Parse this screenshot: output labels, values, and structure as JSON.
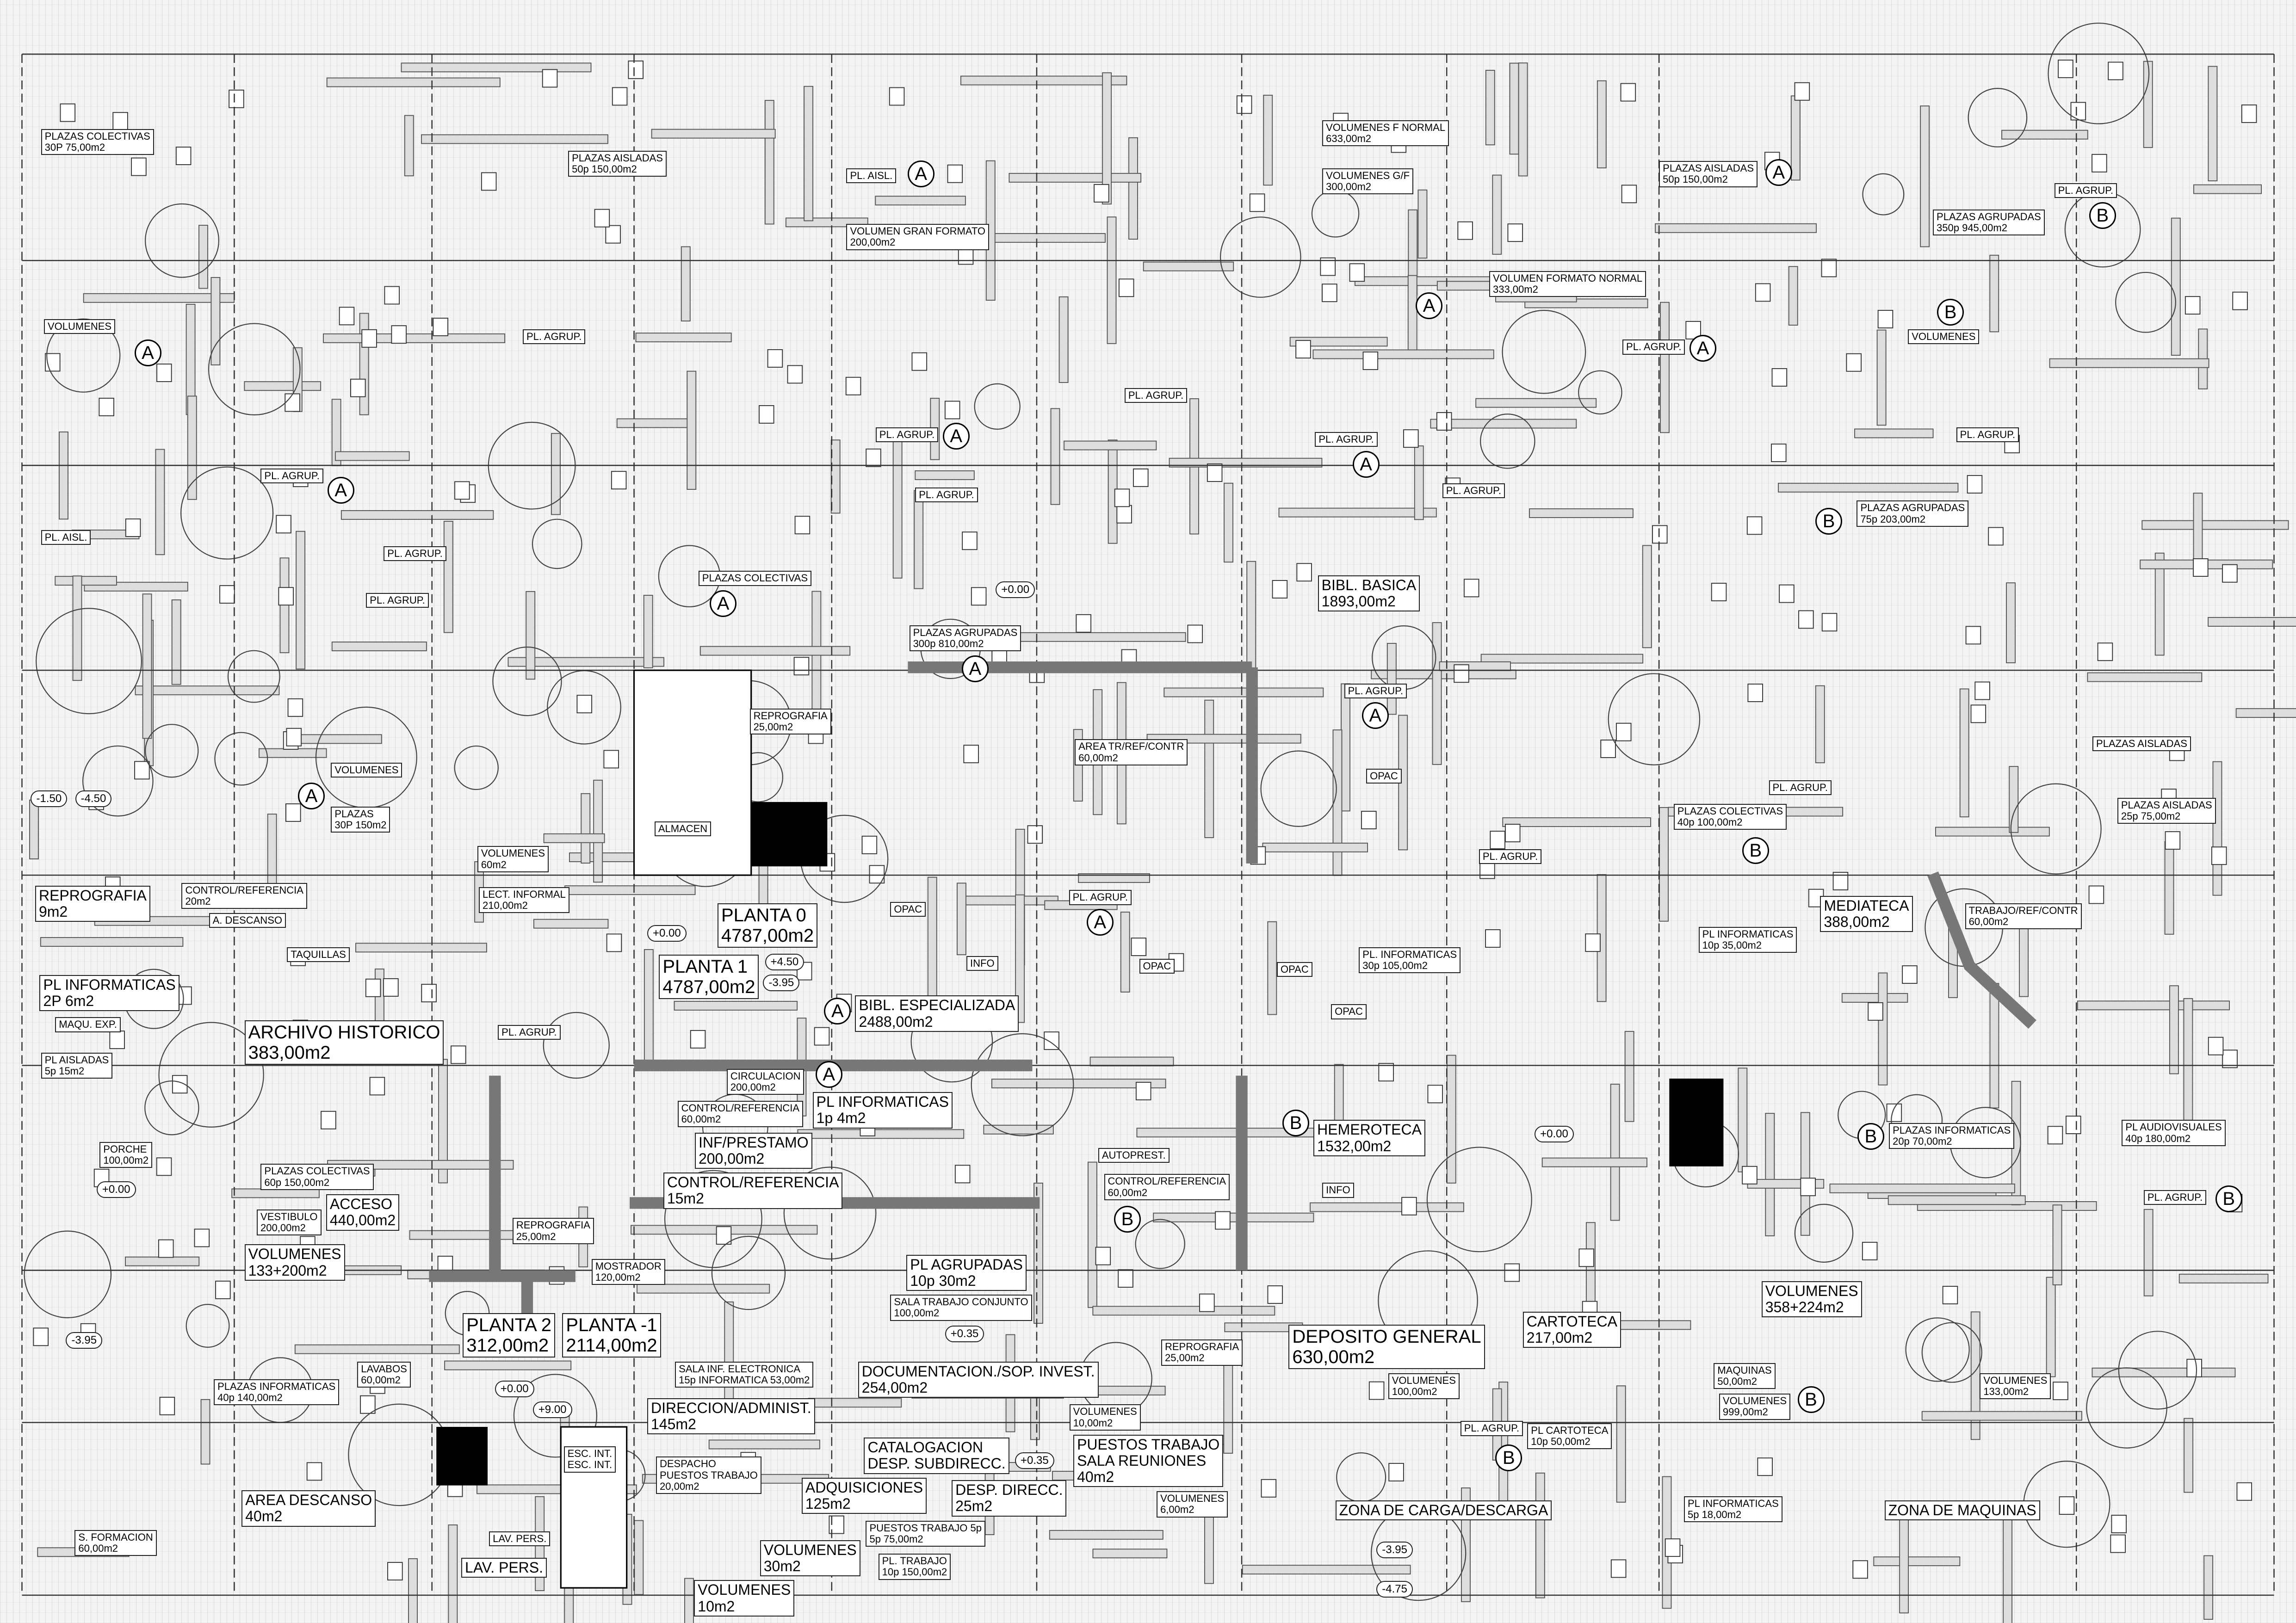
{
  "labels": [
    {
      "lines": [
        "PLAZAS COLECTIVAS",
        "30P 75,00m2"
      ]
    },
    {
      "lines": [
        "PLAZAS AISLADAS",
        "50p 150,00m2"
      ]
    },
    {
      "lines": [
        "PL. AISL."
      ]
    },
    {
      "lines": [
        "VOLUMEN GRAN FORMATO",
        "200,00m2"
      ]
    },
    {
      "lines": [
        "VOLUMENES F NORMAL",
        "633,00m2"
      ]
    },
    {
      "lines": [
        "VOLUMENES G/F",
        "300,00m2"
      ]
    },
    {
      "lines": [
        "PLAZAS AISLADAS",
        "50p 150,00m2"
      ]
    },
    {
      "lines": [
        "PL. AGRUP."
      ]
    },
    {
      "lines": [
        "PLAZAS AGRUPADAS",
        "350p 945,00m2"
      ]
    },
    {
      "lines": [
        "VOLUMEN FORMATO NORMAL",
        "333,00m2"
      ]
    },
    {
      "lines": [
        "VOLUMENES"
      ]
    },
    {
      "lines": [
        "PL. AGRUP."
      ]
    },
    {
      "lines": [
        "PL. AGRUP."
      ]
    },
    {
      "lines": [
        "VOLUMENES"
      ]
    },
    {
      "lines": [
        "PL. AGRUP."
      ]
    },
    {
      "lines": [
        "PL. AGRUP."
      ]
    },
    {
      "lines": [
        "PL. AGRUP."
      ]
    },
    {
      "lines": [
        "PL. AGRUP."
      ]
    },
    {
      "lines": [
        "PL. AGRUP."
      ]
    },
    {
      "lines": [
        "PL. AGRUP."
      ]
    },
    {
      "lines": [
        "PL. AGRUP."
      ]
    },
    {
      "lines": [
        "PLAZAS AGRUPADAS",
        "75p 203,00m2"
      ]
    },
    {
      "lines": [
        "PL. AISL."
      ]
    },
    {
      "lines": [
        "PL. AGRUP."
      ]
    },
    {
      "lines": [
        "PL. AGRUP."
      ]
    },
    {
      "lines": [
        "PLAZAS COLECTIVAS"
      ]
    },
    {
      "lines": [
        "BIBL. BASICA",
        "1893,00m2"
      ]
    },
    {
      "lines": [
        "PLAZAS AGRUPADAS",
        "300p 810,00m2"
      ]
    },
    {
      "lines": [
        "PL. AGRUP."
      ]
    },
    {
      "lines": [
        "REPROGRAFIA",
        "25,00m2"
      ]
    },
    {
      "lines": [
        "AREA TR/REF/CONTR",
        "60,00m2"
      ]
    },
    {
      "lines": [
        "PLAZAS AISLADAS"
      ]
    },
    {
      "lines": [
        "OPAC"
      ]
    },
    {
      "lines": [
        "VOLUMENES"
      ]
    },
    {
      "lines": [
        "PLAZAS",
        "30P 150m2"
      ]
    },
    {
      "lines": [
        "PL. AGRUP."
      ]
    },
    {
      "lines": [
        "PLAZAS COLECTIVAS",
        "40p 100,00m2"
      ]
    },
    {
      "lines": [
        "PLAZAS AISLADAS",
        "25p 75,00m2"
      ]
    },
    {
      "lines": [
        "VOLUMENES",
        "60m2"
      ]
    },
    {
      "lines": [
        "ALMACEN"
      ]
    },
    {
      "lines": [
        "PL. AGRUP."
      ]
    },
    {
      "lines": [
        "REPROGRAFIA",
        "9m2"
      ]
    },
    {
      "lines": [
        "CONTROL/REFERENCIA",
        "20m2"
      ]
    },
    {
      "lines": [
        "A. DESCANSO"
      ]
    },
    {
      "lines": [
        "LECT. INFORMAL",
        "210,00m2"
      ]
    },
    {
      "lines": [
        "PLANTA 0",
        "4787,00m2"
      ]
    },
    {
      "lines": [
        "MEDIATECA",
        "388,00m2"
      ]
    },
    {
      "lines": [
        "TRABAJO/REF/CONTR",
        "60,00m2"
      ]
    },
    {
      "lines": [
        "PL. AGRUP."
      ]
    },
    {
      "lines": [
        "OPAC"
      ]
    },
    {
      "lines": [
        "PL INFORMATICAS",
        "10p 35,00m2"
      ]
    },
    {
      "lines": [
        "PL. INFORMATICAS",
        "30p 105,00m2"
      ]
    },
    {
      "lines": [
        "TAQUILLAS"
      ]
    },
    {
      "lines": [
        "PLANTA 1",
        "4787,00m2"
      ]
    },
    {
      "lines": [
        "INFO"
      ]
    },
    {
      "lines": [
        "OPAC"
      ]
    },
    {
      "lines": [
        "OPAC"
      ]
    },
    {
      "lines": [
        "PL INFORMATICAS",
        "2P 6m2"
      ]
    },
    {
      "lines": [
        "MAQU. EXP."
      ]
    },
    {
      "lines": [
        "OPAC"
      ]
    },
    {
      "lines": [
        "BIBL. ESPECIALIZADA",
        "2488,00m2"
      ]
    },
    {
      "lines": [
        "ARCHIVO HISTORICO",
        "383,00m2"
      ]
    },
    {
      "lines": [
        "PL. AGRUP."
      ]
    },
    {
      "lines": [
        "PL AISLADAS",
        "5p 15m2"
      ]
    },
    {
      "lines": [
        "CIRCULACION",
        "200,00m2"
      ]
    },
    {
      "lines": [
        "PL INFORMATICAS",
        "1p 4m2"
      ]
    },
    {
      "lines": [
        "HEMEROTECA",
        "1532,00m2"
      ]
    },
    {
      "lines": [
        "AUTOPREST."
      ]
    },
    {
      "lines": [
        "PLAZAS INFORMATICAS",
        "20p 70,00m2"
      ]
    },
    {
      "lines": [
        "PL AUDIOVISUALES",
        "40p 180,00m2"
      ]
    },
    {
      "lines": [
        "PORCHE",
        "100,00m2"
      ]
    },
    {
      "lines": [
        "CONTROL/REFERENCIA",
        "60,00m2"
      ]
    },
    {
      "lines": [
        "INF/PRESTAMO",
        "200,00m2"
      ]
    },
    {
      "lines": [
        "PLAZAS COLECTIVAS",
        "60p 150,00m2"
      ]
    },
    {
      "lines": [
        "ACCESO",
        "440,00m2"
      ]
    },
    {
      "lines": [
        "CONTROL/REFERENCIA",
        "15m2"
      ]
    },
    {
      "lines": [
        "CONTROL/REFERENCIA",
        "60,00m2"
      ]
    },
    {
      "lines": [
        "INFO"
      ]
    },
    {
      "lines": [
        "PL. AGRUP."
      ]
    },
    {
      "lines": [
        "REPROGRAFIA",
        "25,00m2"
      ]
    },
    {
      "lines": [
        "VESTIBULO",
        "200,00m2"
      ]
    },
    {
      "lines": [
        "VOLUMENES",
        "133+200m2"
      ]
    },
    {
      "lines": [
        "PL AGRUPADAS",
        "10p 30m2"
      ]
    },
    {
      "lines": [
        "SALA TRABAJO CONJUNTO",
        "100,00m2"
      ]
    },
    {
      "lines": [
        "MOSTRADOR",
        "120,00m2"
      ]
    },
    {
      "lines": [
        "VOLUMENES",
        "358+224m2"
      ]
    },
    {
      "lines": [
        "CARTOTECA",
        "217,00m2"
      ]
    },
    {
      "lines": [
        "PLANTA 2",
        "312,00m2"
      ]
    },
    {
      "lines": [
        "PLANTA -1",
        "2114,00m2"
      ]
    },
    {
      "lines": [
        "DEPOSITO GENERAL",
        "630,00m2"
      ]
    },
    {
      "lines": [
        "REPROGRAFIA",
        "25,00m2"
      ]
    },
    {
      "lines": [
        "LAVABOS",
        "60,00m2"
      ]
    },
    {
      "lines": [
        "SALA INF. ELECTRONICA",
        "15p INFORMATICA 53,00m2"
      ]
    },
    {
      "lines": [
        "DOCUMENTACION./SOP. INVEST.",
        "254,00m2"
      ]
    },
    {
      "lines": [
        "VOLUMENES",
        "100,00m2"
      ]
    },
    {
      "lines": [
        "MAQUINAS",
        "50,00m2"
      ]
    },
    {
      "lines": [
        "VOLUMENES",
        "133,00m2"
      ]
    },
    {
      "lines": [
        "PLAZAS INFORMATICAS",
        "40p 140,00m2"
      ]
    },
    {
      "lines": [
        "VOLUMENES",
        "999,00m2"
      ]
    },
    {
      "lines": [
        "DIRECCION/ADMINIST.",
        "145m2"
      ]
    },
    {
      "lines": [
        "VOLUMENES",
        "10,00m2"
      ]
    },
    {
      "lines": [
        "PL. AGRUP."
      ]
    },
    {
      "lines": [
        "PL CARTOTECA",
        "10p 50,00m2"
      ]
    },
    {
      "lines": [
        "CATALOGACION",
        "DESP. SUBDIRECC."
      ]
    },
    {
      "lines": [
        "ADQUISICIONES",
        "125m2"
      ]
    },
    {
      "lines": [
        "PUESTOS TRABAJO",
        "SALA REUNIONES",
        "40m2"
      ]
    },
    {
      "lines": [
        "DESP. DIRECC.",
        "25m2"
      ]
    },
    {
      "lines": [
        "VOLUMENES",
        "6,00m2"
      ]
    },
    {
      "lines": [
        "DESPACHO",
        "PUESTOS TRABAJO",
        "20,00m2"
      ]
    },
    {
      "lines": [
        "ESC. INT.",
        "ESC. INT."
      ]
    },
    {
      "lines": [
        "AREA DESCANSO",
        "40m2"
      ]
    },
    {
      "lines": [
        "ZONA DE CARGA/DESCARGA"
      ]
    },
    {
      "lines": [
        "ZONA DE MAQUINAS"
      ]
    },
    {
      "lines": [
        "PL INFORMATICAS",
        "5p 18,00m2"
      ]
    },
    {
      "lines": [
        "PUESTOS TRABAJO 5p",
        "5p 75,00m2"
      ]
    },
    {
      "lines": [
        "PL. TRABAJO",
        "10p 150,00m2"
      ]
    },
    {
      "lines": [
        "S. FORMACION",
        "60,00m2"
      ]
    },
    {
      "lines": [
        "LAV. PERS."
      ]
    },
    {
      "lines": [
        "VOLUMENES",
        "30m2"
      ]
    },
    {
      "lines": [
        "LAV. PERS."
      ]
    },
    {
      "lines": [
        "VOLUMENES",
        "10m2"
      ]
    }
  ],
  "levels": [
    "-1.50",
    "-4.50",
    "+0.00",
    "+0.00",
    "+0.00",
    "+0.00",
    "+9.00",
    "+0.35",
    "+0.35",
    "+0.00",
    "-3.95",
    "-3.95",
    "-4.75",
    "+4.50",
    "-3.95"
  ],
  "markers": [
    "A",
    "A",
    "A",
    "A",
    "A",
    "A",
    "A",
    "A",
    "A",
    "A",
    "A",
    "A",
    "A",
    "A",
    "A",
    "B",
    "B",
    "B",
    "B",
    "B",
    "B",
    "B",
    "B",
    "B",
    "B"
  ]
}
